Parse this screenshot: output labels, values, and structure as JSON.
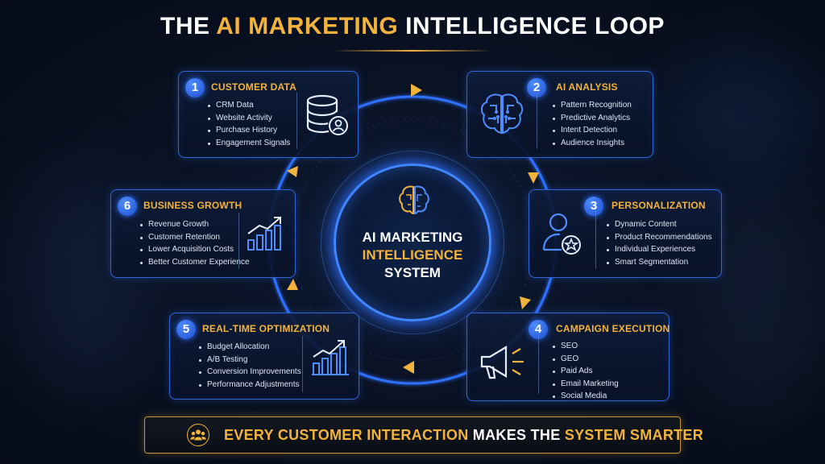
{
  "title": {
    "prefix": "THE ",
    "highlight": "AI MARKETING",
    "suffix": " INTELLIGENCE LOOP"
  },
  "center": {
    "line1": "AI MARKETING",
    "line2": "INTELLIGENCE",
    "line3": "SYSTEM",
    "icon": "brain-icon"
  },
  "cards": [
    {
      "number": "1",
      "title": "CUSTOMER DATA",
      "icon": "database-user-icon",
      "items": [
        "CRM Data",
        "Website Activity",
        "Purchase History",
        "Engagement Signals"
      ]
    },
    {
      "number": "2",
      "title": "AI ANALYSIS",
      "icon": "brain-circuit-icon",
      "items": [
        "Pattern Recognition",
        "Predictive Analytics",
        "Intent Detection",
        "Audience Insights"
      ]
    },
    {
      "number": "3",
      "title": "PERSONALIZATION",
      "icon": "user-star-icon",
      "items": [
        "Dynamic Content",
        "Product Recommendations",
        "Individual Experiences",
        "Smart Segmentation"
      ]
    },
    {
      "number": "4",
      "title": "CAMPAIGN EXECUTION",
      "icon": "megaphone-icon",
      "items": [
        "SEO",
        "GEO",
        "Paid Ads",
        "Email Marketing",
        "Social Media"
      ]
    },
    {
      "number": "5",
      "title": "REAL-TIME OPTIMIZATION",
      "icon": "bar-chart-trend-icon",
      "items": [
        "Budget Allocation",
        "A/B Testing",
        "Conversion Improvements",
        "Performance Adjustments"
      ]
    },
    {
      "number": "6",
      "title": "BUSINESS GROWTH",
      "icon": "growth-chart-icon",
      "items": [
        "Revenue Growth",
        "Customer Retention",
        "Lower Acquisition Costs",
        "Better Customer Experience"
      ]
    }
  ],
  "banner": {
    "part1": "EVERY CUSTOMER INTERACTION",
    "part2": " MAKES THE ",
    "part3": "SYSTEM SMARTER",
    "icon": "team-icon"
  },
  "colors": {
    "accent": "#f2b33d",
    "blue": "#3f86ff",
    "background": "#0a1224"
  }
}
